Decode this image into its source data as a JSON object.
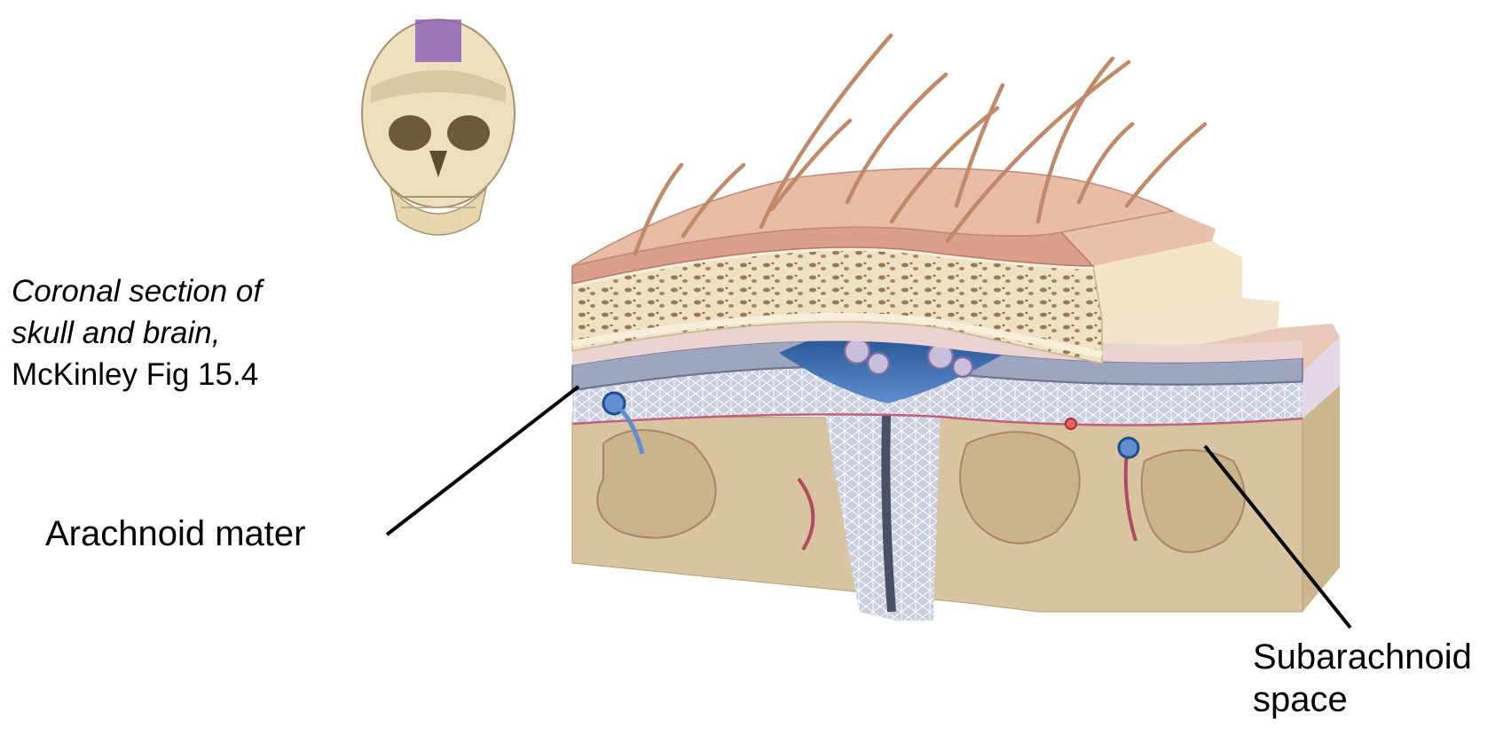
{
  "caption": {
    "line1": "Coronal section of",
    "line2": "skull and brain,",
    "line3": "McKinley Fig 15.4"
  },
  "labels": {
    "arachnoid": "Arachnoid mater",
    "subarachnoid_line1": "Subarachnoid",
    "subarachnoid_line2": "space"
  },
  "colors": {
    "scalp": "#e9b9a6",
    "bone": "#efe1c4",
    "dura": "#9ea5be",
    "csf": "#2f5fa0",
    "brain": "#d8c4a0",
    "gray_matter": "#cdb58e",
    "hair": "#c08a68",
    "highlight": "#8c5bb5"
  }
}
